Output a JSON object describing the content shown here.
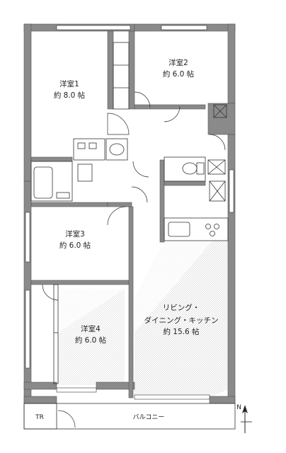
{
  "rooms": {
    "western1": {
      "name": "洋室1",
      "area": "約 8.0 帖"
    },
    "western2": {
      "name": "洋室2",
      "area": "約 6.0 帖"
    },
    "western3": {
      "name": "洋室3",
      "area": "約 6.0 帖"
    },
    "western4": {
      "name": "洋室4",
      "area": "約 6.0 帖"
    },
    "ldk": {
      "name": "リビング・",
      "name2": "ダイニング・キッチン",
      "area": "約 15.6 帖"
    }
  },
  "labels": {
    "balcony": "バルコニー",
    "trunk_room": "TR",
    "north": "N"
  },
  "colors": {
    "wall": "#8a8a8a",
    "line": "#333333",
    "floor_hatch": "#bdbdbd"
  }
}
